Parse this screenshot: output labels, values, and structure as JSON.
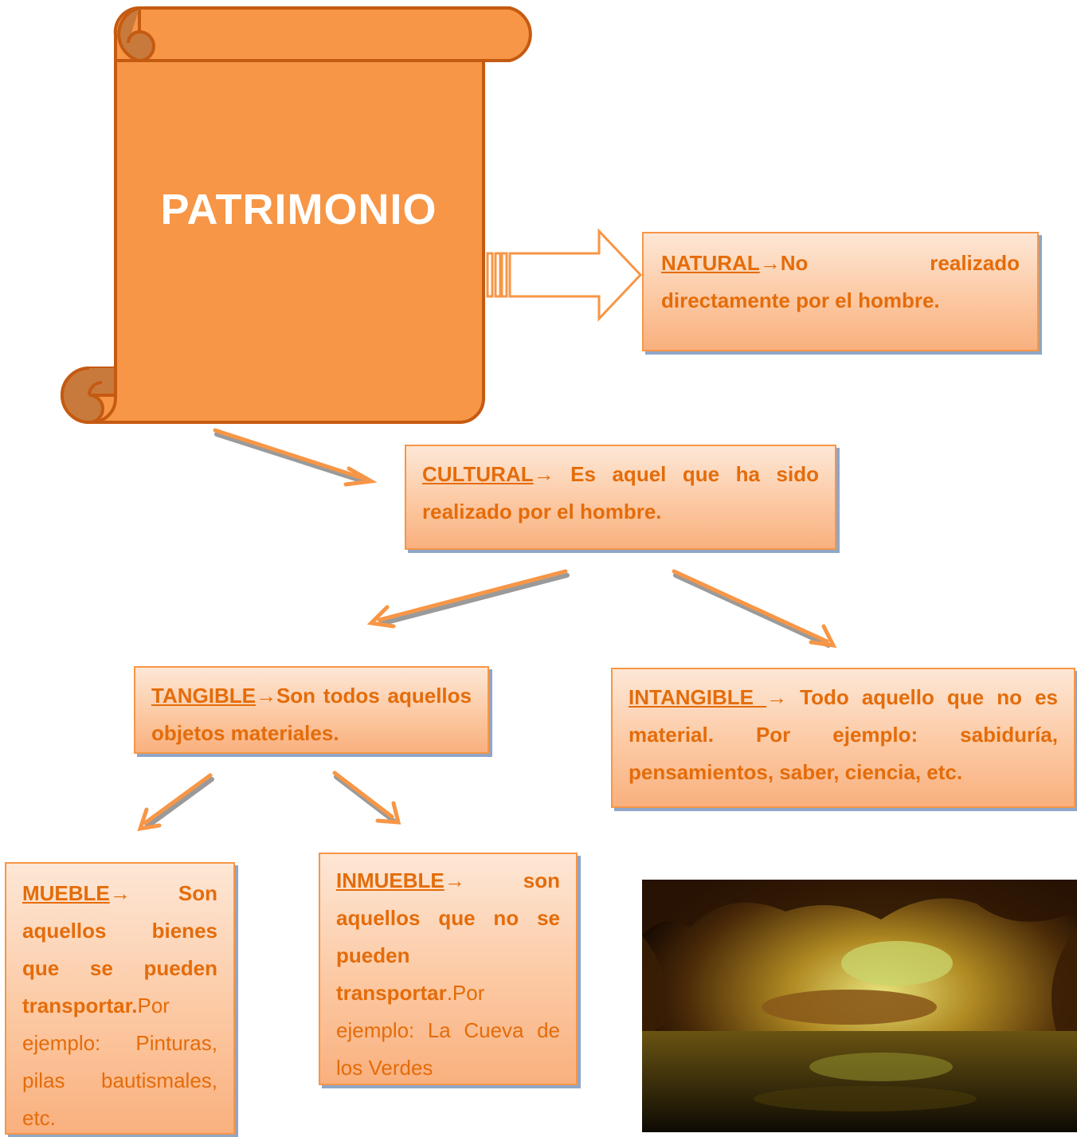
{
  "title": "PATRIMONIO",
  "colors": {
    "scroll_fill": "#f79646",
    "scroll_stroke": "#c55a11",
    "arrow": "#f79646",
    "text": "#e46c0a",
    "box_border": "#f79646",
    "box_shadow": "#8fa6c8"
  },
  "arrow_glyph": "→",
  "nodes": {
    "natural": {
      "label": "NATURAL",
      "text": "No realizado directamente por el hombre."
    },
    "cultural": {
      "label": "CULTURAL",
      "text": " Es aquel que ha sido realizado por el hombre."
    },
    "tangible": {
      "label": "TANGIBLE",
      "text": "Son todos aquellos objetos materiales."
    },
    "intangible": {
      "label": "INTANGIBLE ",
      "text": " Todo aquello que no es material. Por ejemplo: sabiduría, pensamientos, saber, ciencia, etc."
    },
    "mueble": {
      "label": "MUEBLE",
      "text_bold": " Son aquellos bienes que se pueden transportar.",
      "text_normal": "Por ejemplo: Pinturas, pilas bautismales, etc."
    },
    "inmueble": {
      "label": "INMUEBLE",
      "text_bold": " son aquellos que no se pueden transportar",
      "text_normal": ".Por ejemplo: La Cueva de los Verdes"
    }
  },
  "image": {
    "subject": "cave-photo",
    "icon": "cave-lake-photo"
  }
}
